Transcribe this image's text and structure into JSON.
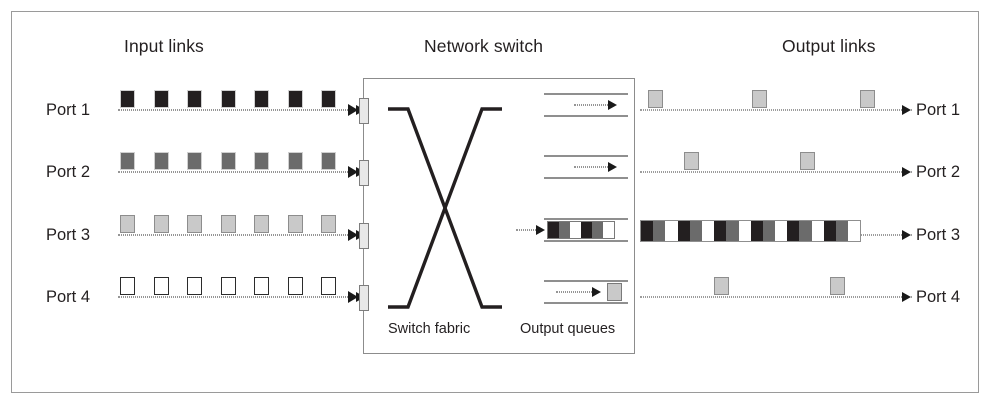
{
  "headings": {
    "input": "Input links",
    "switch": "Network switch",
    "output": "Output links"
  },
  "inner_captions": {
    "fabric": "Switch fabric",
    "queues": "Output queues"
  },
  "colors": {
    "black": "#231f20",
    "gray": "#6b6b6b",
    "light_gray": "#c9c9c9",
    "white": "#ffffff",
    "frame": "#9a9a9a",
    "rail": "#8f8f8f"
  },
  "input_ports": [
    {
      "label": "Port 1",
      "packet_shade": "black",
      "packet_count": 7
    },
    {
      "label": "Port 2",
      "packet_shade": "gray",
      "packet_count": 7
    },
    {
      "label": "Port 3",
      "packet_shade": "light_gray",
      "packet_count": 7
    },
    {
      "label": "Port 4",
      "packet_shade": "white",
      "packet_count": 7
    }
  ],
  "output_ports": [
    {
      "label": "Port 1",
      "packet_shade": "light_gray",
      "packet_count": 3,
      "dense_train": false
    },
    {
      "label": "Port 2",
      "packet_shade": "light_gray",
      "packet_count": 2,
      "dense_train": false
    },
    {
      "label": "Port 3",
      "packet_shade": "mixed",
      "packet_count": 18,
      "dense_train": true,
      "train_pattern": [
        "black",
        "gray",
        "white"
      ]
    },
    {
      "label": "Port 4",
      "packet_shade": "light_gray",
      "packet_count": 2,
      "dense_train": false
    }
  ],
  "output_queues": [
    {
      "port": "Port 1",
      "cells": []
    },
    {
      "port": "Port 2",
      "cells": []
    },
    {
      "port": "Port 3",
      "cells": [
        "black",
        "gray",
        "white",
        "black",
        "gray",
        "white"
      ]
    },
    {
      "port": "Port 4",
      "cells": [
        "light_gray"
      ]
    }
  ]
}
